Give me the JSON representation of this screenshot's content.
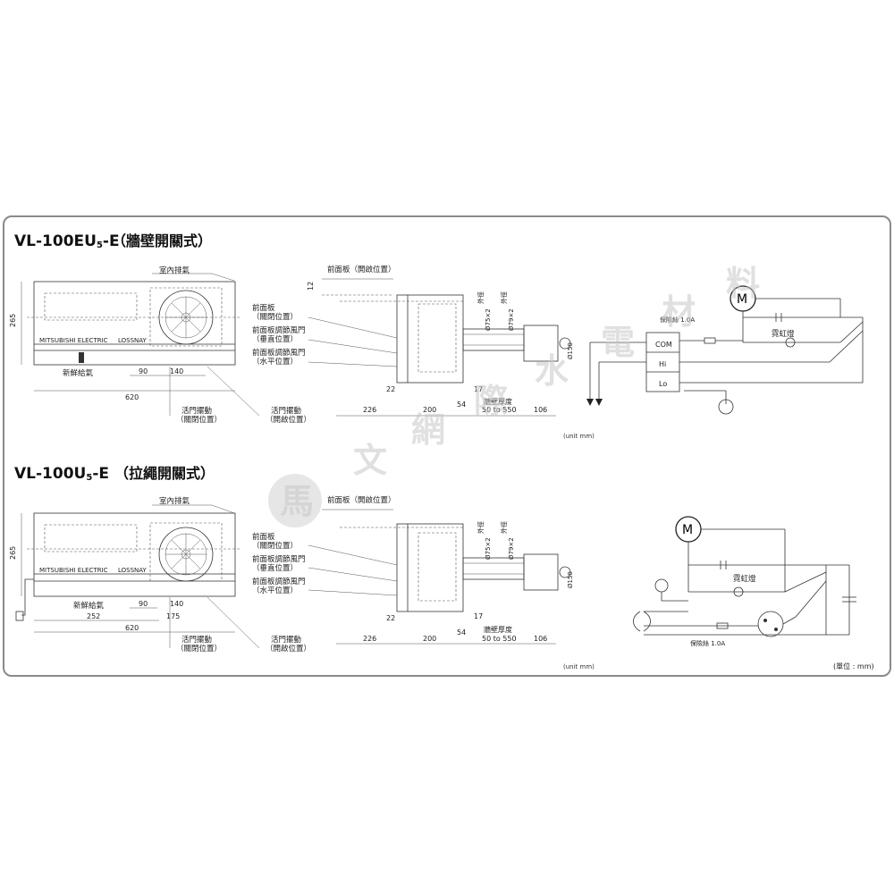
{
  "sections": [
    {
      "model": "VL-100EU",
      "model_sub": "5",
      "model_suffix": "-E",
      "type": "（牆壁開關式）",
      "front": {
        "exhaust": "室內排氣",
        "supply": "新鮮給氣",
        "brand": "MITSUBISHI ELECTRIC",
        "product": "LOSSNAY",
        "dim_height": "265",
        "dim_width": "620",
        "dim_90": "90",
        "dim_140": "140",
        "damper_closed": "活門擺動",
        "damper_closed_pos": "（關閉位置）",
        "damper_open": "活門擺動",
        "damper_open_pos": "（開啟位置）"
      },
      "side": {
        "panel_open": "前面板（開啟位置）",
        "dim_12": "12",
        "panel": "前面板",
        "panel_closed": "（關閉位置）",
        "damper_v": "前面板調節風門",
        "damper_v_pos": "（垂直位置）",
        "damper_h": "前面板調節風門",
        "damper_h_pos": "（水平位置）",
        "outer_wall_1": "外徑",
        "outer_wall_1_v": "Ø75×2",
        "outer_wall_2": "外徑",
        "outer_wall_2_v": "Ø79×2",
        "dim_150": "Ø150",
        "dim_22": "22",
        "dim_17": "17",
        "dim_54": "54",
        "dim_226": "226",
        "dim_200": "200",
        "wall_thick": "牆壁厚度",
        "wall_range": "50 to 550",
        "dim_106": "106",
        "unit": "(unit mm)"
      },
      "wiring": {
        "fuse": "保險絲 1.0A",
        "motor": "M",
        "lamp": "霓虹燈",
        "com": "COM",
        "hi": "Hi",
        "lo": "Lo"
      }
    },
    {
      "model": "VL-100U",
      "model_sub": "5",
      "model_suffix": "-E",
      "type": "（拉繩開關式）",
      "front": {
        "exhaust": "室內排氣",
        "supply": "新鮮給氣",
        "brand": "MITSUBISHI ELECTRIC",
        "product": "LOSSNAY",
        "dim_height": "265",
        "dim_width": "620",
        "dim_90": "90",
        "dim_140": "140",
        "dim_252": "252",
        "dim_175": "175",
        "damper_closed": "活門擺動",
        "damper_closed_pos": "（關閉位置）",
        "damper_open": "活門擺動",
        "damper_open_pos": "（開啟位置）"
      },
      "side": {
        "panel_open": "前面板（開啟位置）",
        "panel": "前面板",
        "panel_closed": "（關閉位置）",
        "damper_v": "前面板調節風門",
        "damper_v_pos": "（垂直位置）",
        "damper_h": "前面板調節風門",
        "damper_h_pos": "（水平位置）",
        "outer_wall_1": "外徑",
        "outer_wall_1_v": "Ø75×2",
        "outer_wall_2": "外徑",
        "outer_wall_2_v": "Ø79×2",
        "dim_150": "Ø150",
        "dim_22": "22",
        "dim_17": "17",
        "dim_54": "54",
        "dim_226": "226",
        "dim_200": "200",
        "wall_thick": "牆壁厚度",
        "wall_range": "50 to 550",
        "dim_106": "106",
        "unit": "(unit mm)"
      },
      "wiring": {
        "fuse": "保險絲 1.0A",
        "motor": "M",
        "lamp": "霓虹燈"
      }
    }
  ],
  "footer_unit": "(單位 : mm)",
  "watermark": [
    "馬",
    "文",
    "網",
    "際",
    "水",
    "電",
    "材",
    "料"
  ]
}
